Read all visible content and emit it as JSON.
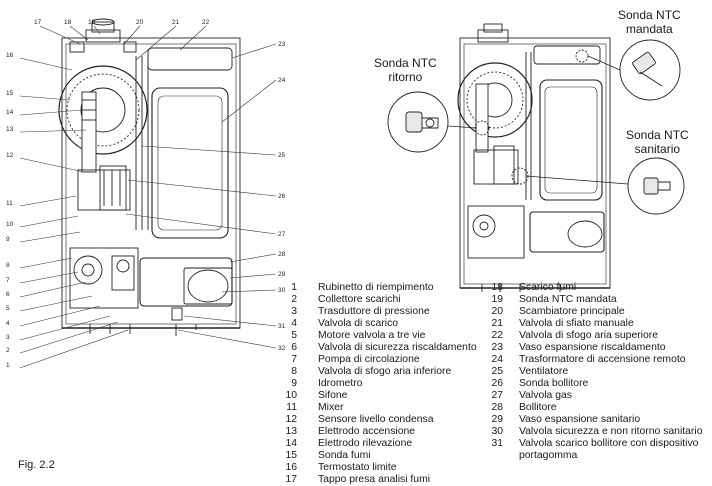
{
  "figure_label": "Fig. 2.2",
  "sonda_labels": {
    "mandata": [
      "Sonda NTC",
      "mandata"
    ],
    "ritorno": [
      "Sonda NTC",
      "ritorno"
    ],
    "sanitario": [
      "Sonda NTC",
      "sanitario"
    ]
  },
  "callouts_left": [
    "1",
    "2",
    "3",
    "4",
    "5",
    "6",
    "7",
    "8",
    "9",
    "10",
    "11",
    "12",
    "13",
    "14",
    "15",
    "16"
  ],
  "callouts_top": [
    "17",
    "18",
    "19",
    "20",
    "21",
    "22"
  ],
  "callouts_right": [
    "23",
    "24",
    "25",
    "26",
    "27",
    "28",
    "29",
    "30",
    "31",
    "32"
  ],
  "legend_left": [
    {
      "n": "1",
      "t": "Rubinetto di riempimento"
    },
    {
      "n": "2",
      "t": "Collettore scarichi"
    },
    {
      "n": "3",
      "t": "Trasduttore di pressione"
    },
    {
      "n": "4",
      "t": "Valvola di scarico"
    },
    {
      "n": "5",
      "t": "Motore valvola a tre vie"
    },
    {
      "n": "6",
      "t": "Valvola di sicurezza riscaldamento"
    },
    {
      "n": "7",
      "t": "Pompa di circolazione"
    },
    {
      "n": "8",
      "t": "Valvola di sfogo aria inferiore"
    },
    {
      "n": "9",
      "t": "Idrometro"
    },
    {
      "n": "10",
      "t": "Sifone"
    },
    {
      "n": "11",
      "t": "Mixer"
    },
    {
      "n": "12",
      "t": "Sensore livello condensa"
    },
    {
      "n": "13",
      "t": "Elettrodo accensione"
    },
    {
      "n": "14",
      "t": "Elettrodo rilevazione"
    },
    {
      "n": "15",
      "t": "Sonda fumi"
    },
    {
      "n": "16",
      "t": "Termostato limite"
    },
    {
      "n": "17",
      "t": "Tappo presa analisi fumi"
    }
  ],
  "legend_right": [
    {
      "n": "18",
      "t": "Scarico fumi"
    },
    {
      "n": "19",
      "t": "Sonda NTC mandata"
    },
    {
      "n": "20",
      "t": "Scambiatore principale"
    },
    {
      "n": "21",
      "t": "Valvola di sfiato manuale"
    },
    {
      "n": "22",
      "t": "Valvola di sfogo aria superiore"
    },
    {
      "n": "23",
      "t": "Vaso espansione riscaldamento"
    },
    {
      "n": "24",
      "t": "Trasformatore di accensione remoto"
    },
    {
      "n": "25",
      "t": "Ventilatore"
    },
    {
      "n": "26",
      "t": "Sonda bollitore"
    },
    {
      "n": "27",
      "t": "Valvola gas"
    },
    {
      "n": "28",
      "t": "Bollitore"
    },
    {
      "n": "29",
      "t": "Vaso espansione sanitario"
    },
    {
      "n": "30",
      "t": "Valvola sicurezza e non ritorno sanitario"
    },
    {
      "n": "31a",
      "t": "Valvola scarico bollitore con dispositivo"
    },
    {
      "n": "31b",
      "t": "portagomma"
    }
  ]
}
